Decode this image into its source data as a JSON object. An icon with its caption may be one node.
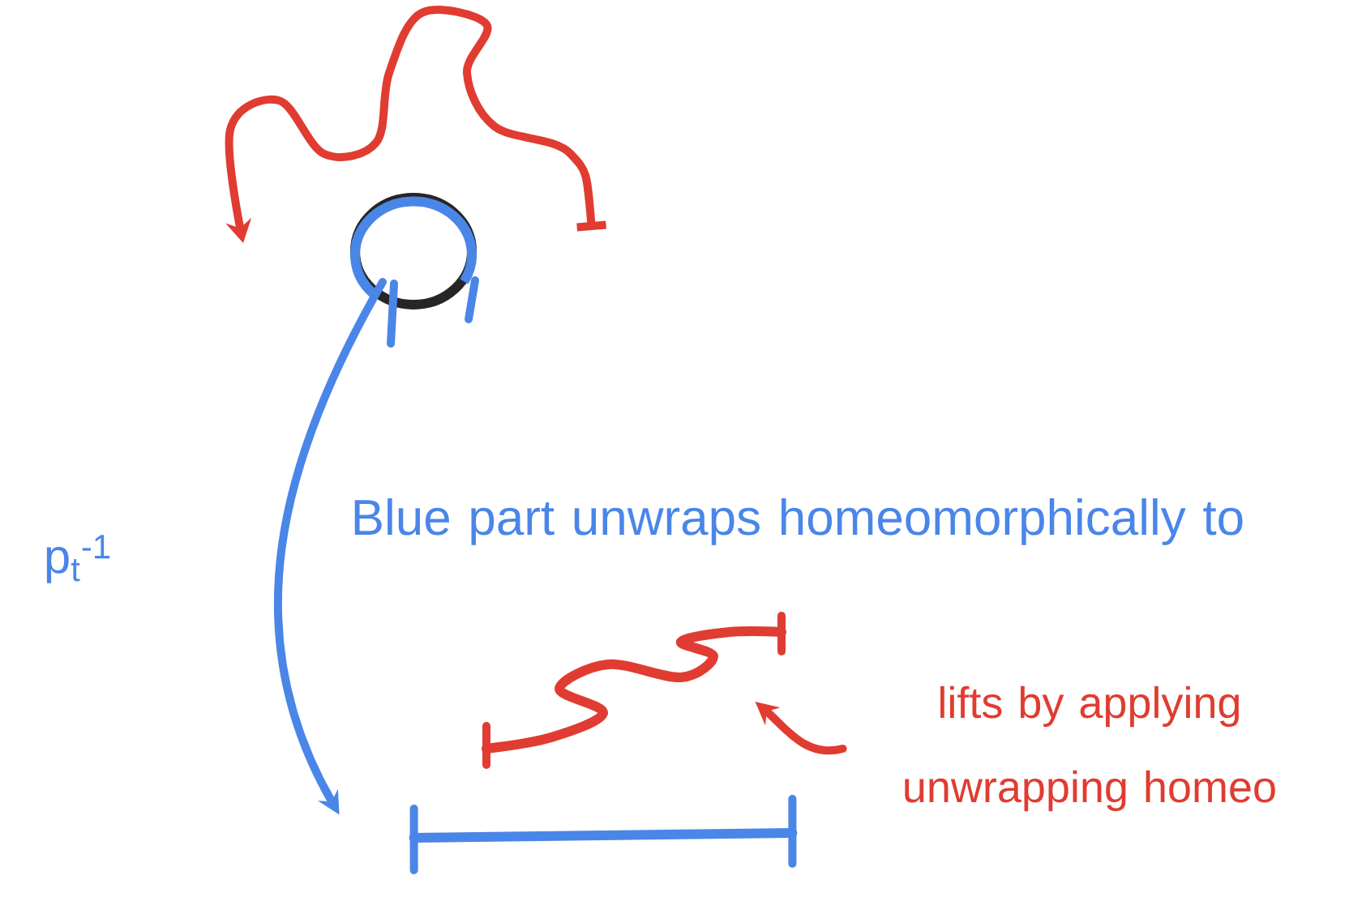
{
  "diagram": {
    "nodes": [
      {
        "text": [],
        "shape": "circle"
      },
      {
        "text": [],
        "shape": "bar"
      },
      {
        "text": [],
        "shape": "curve"
      },
      {
        "text": [
          "lifts by applying unwrapping homeo"
        ]
      }
    ],
    "edges": [
      {
        "from": 0,
        "to": 1,
        "arrow": "to",
        "label": "p$_{t}$$^{-1}$",
        "color": "#4a86e8"
      },
      {
        "from": 3,
        "to": 2,
        "arrow": "to",
        "color": "#e03c31"
      }
    ],
    "labels": [
      "Blue part unwraps homeomorphically to"
    ]
  }
}
